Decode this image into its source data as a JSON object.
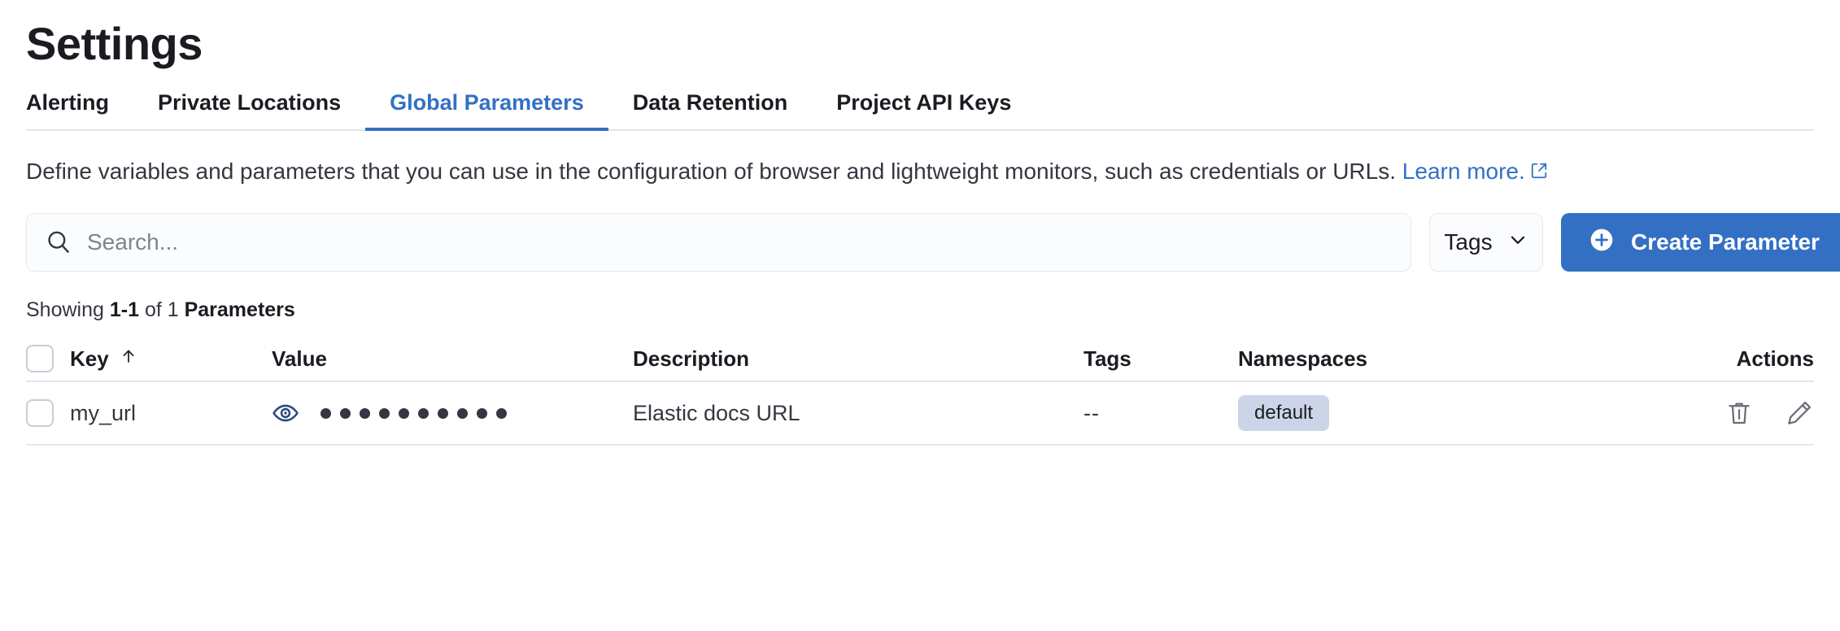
{
  "header": {
    "title": "Settings"
  },
  "tabs": [
    {
      "label": "Alerting",
      "active": false
    },
    {
      "label": "Private Locations",
      "active": false
    },
    {
      "label": "Global Parameters",
      "active": true
    },
    {
      "label": "Data Retention",
      "active": false
    },
    {
      "label": "Project API Keys",
      "active": false
    }
  ],
  "description": {
    "text": "Define variables and parameters that you can use in the configuration of browser and lightweight monitors, such as credentials or URLs.",
    "link_label": "Learn more.",
    "link_icon": "external-link-icon"
  },
  "controls": {
    "search": {
      "placeholder": "Search...",
      "value": "",
      "icon": "search-icon"
    },
    "tags_filter": {
      "label": "Tags",
      "icon": "chevron-down-icon"
    },
    "create_button": {
      "label": "Create Parameter",
      "icon": "plus-circle-icon"
    }
  },
  "results": {
    "prefix": "Showing ",
    "range": "1-1",
    "middle": " of 1 ",
    "entity": "Parameters"
  },
  "table": {
    "columns": [
      {
        "label": "Key",
        "sort": "asc",
        "sort_icon": "arrow-up-icon"
      },
      {
        "label": "Value"
      },
      {
        "label": "Description"
      },
      {
        "label": "Tags"
      },
      {
        "label": "Namespaces"
      },
      {
        "label": "Actions"
      }
    ],
    "rows": [
      {
        "key": "my_url",
        "value_masked": "••••••••••",
        "value_dot_count": 10,
        "value_icon": "eye-icon",
        "description": "Elastic docs URL",
        "tags": "--",
        "namespace": "default",
        "actions": [
          {
            "name": "delete-icon",
            "label": "Delete"
          },
          {
            "name": "edit-icon",
            "label": "Edit"
          }
        ]
      }
    ]
  },
  "colors": {
    "accent": "#3370c4",
    "text": "#343741",
    "heading": "#1a1c21",
    "badge_bg": "#ccd5e8",
    "border": "#e3e6ef",
    "input_bg": "#fbfcfd"
  }
}
